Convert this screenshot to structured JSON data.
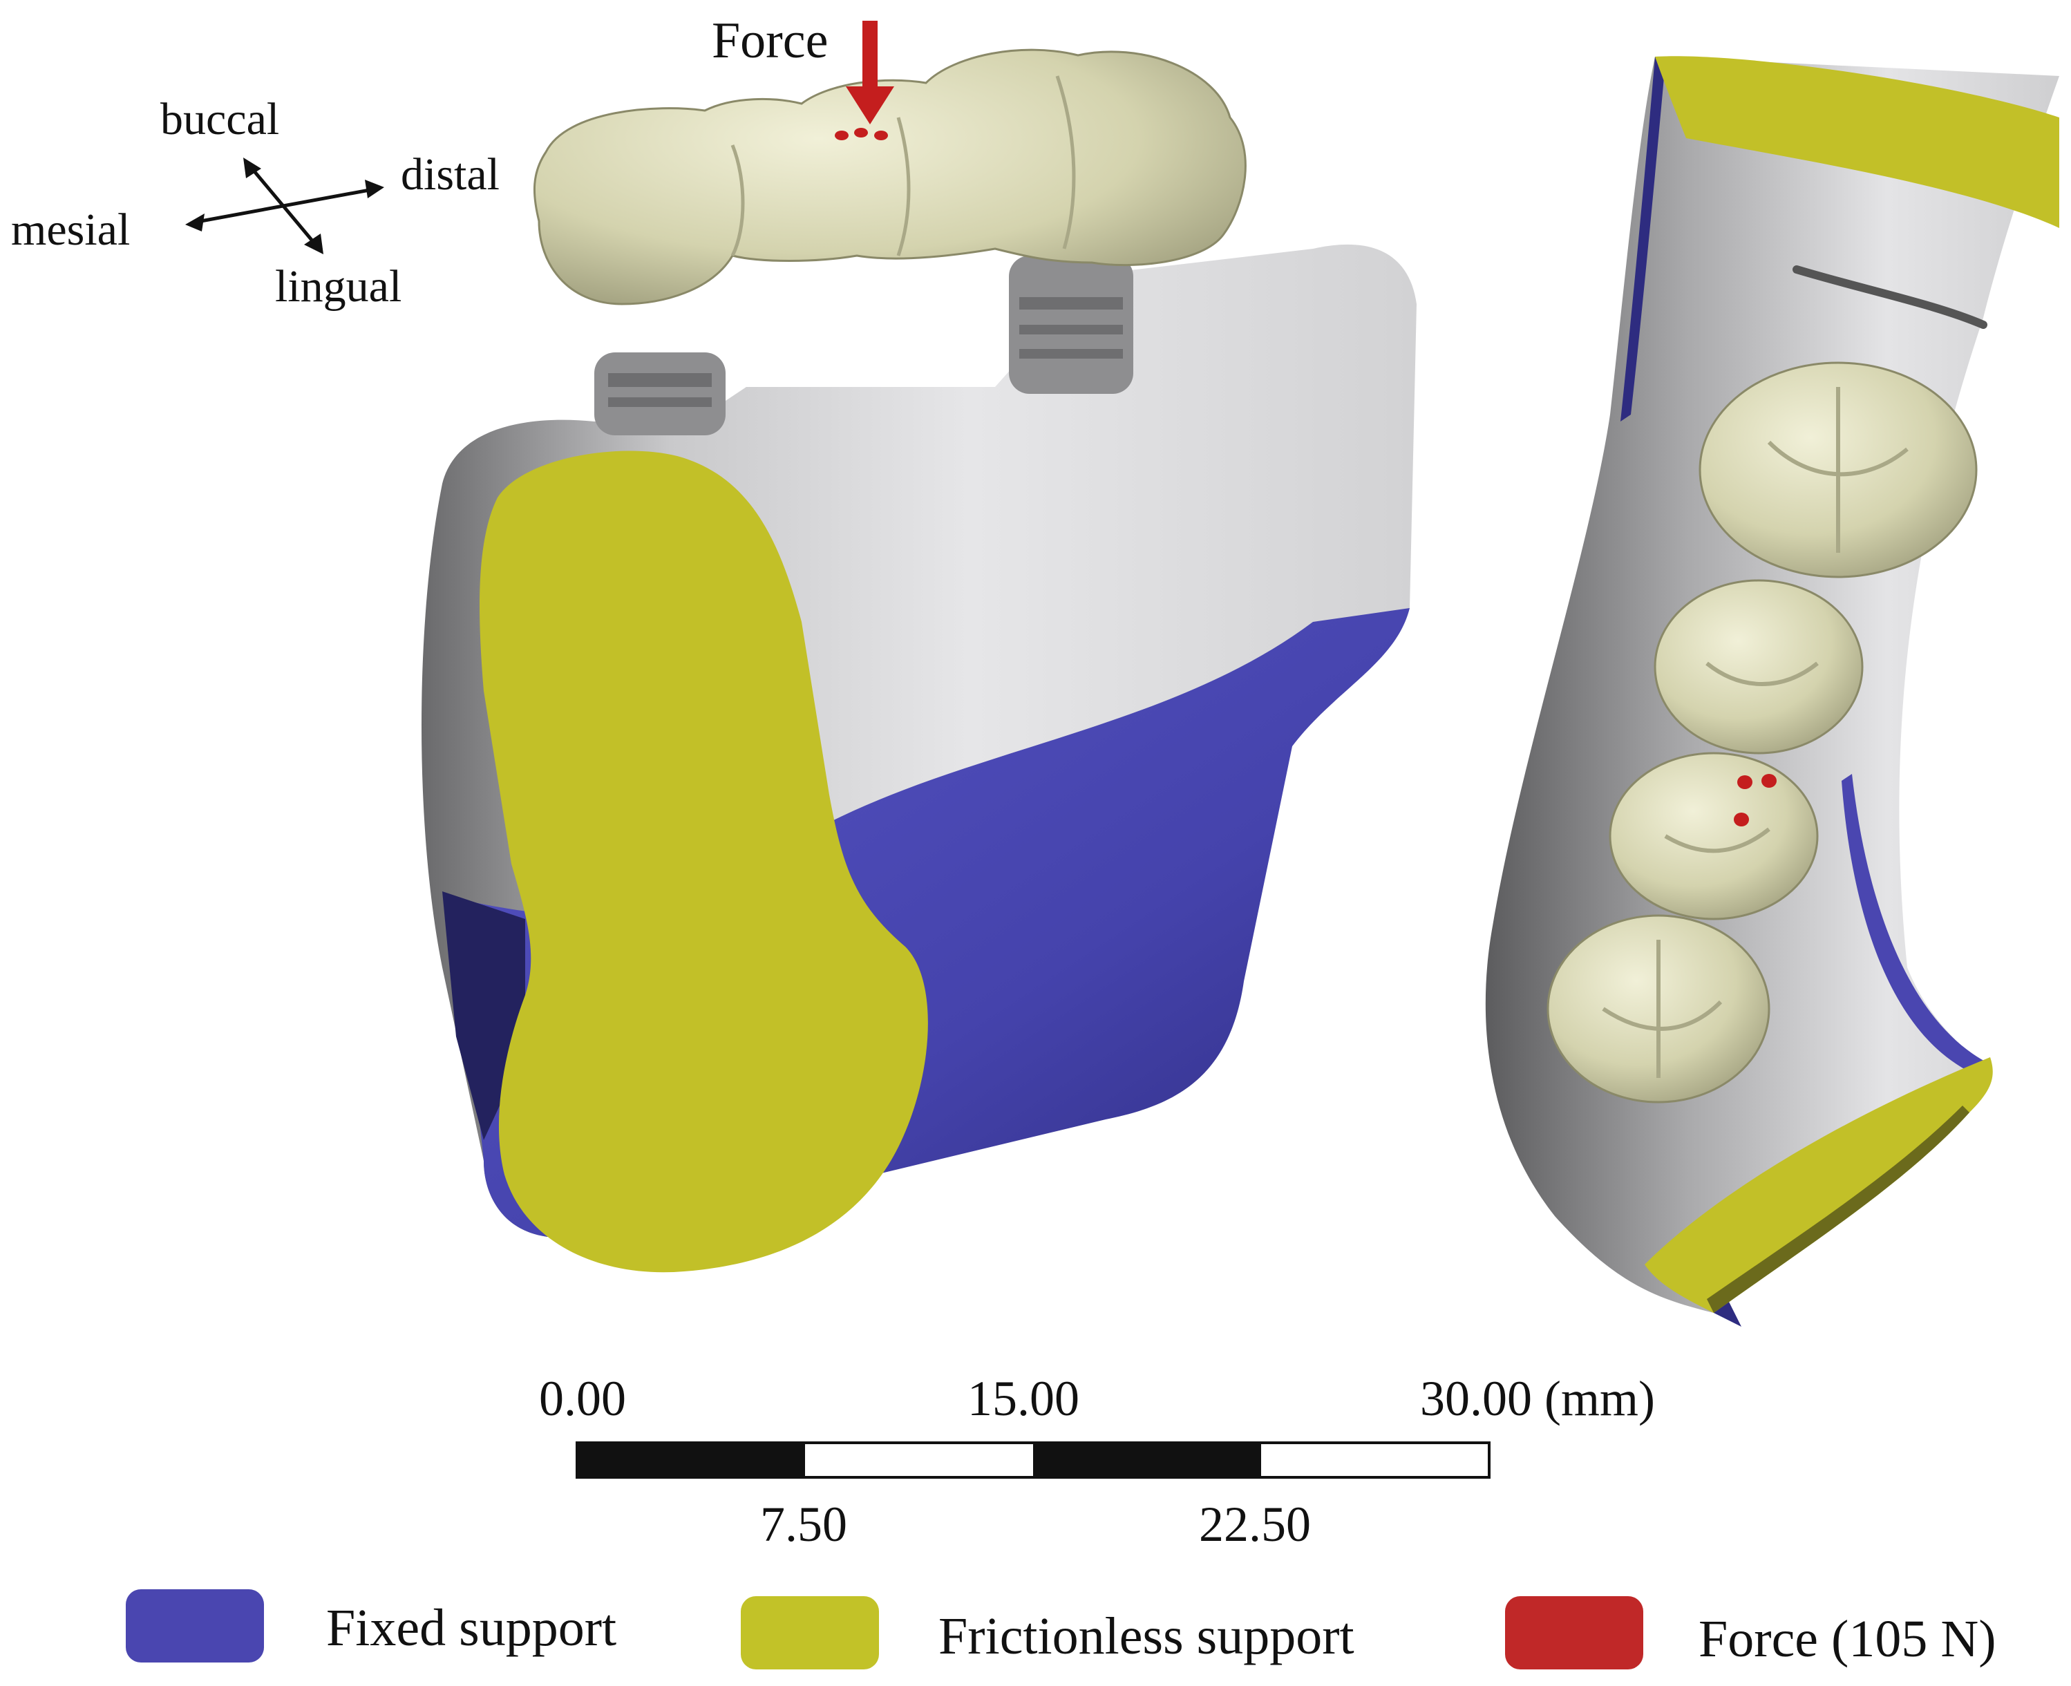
{
  "force_label": "Force",
  "orientation": {
    "buccal": "buccal",
    "distal": "distal",
    "mesial": "mesial",
    "lingual": "lingual"
  },
  "scale_bar": {
    "top_labels": [
      "0.00",
      "15.00",
      "30.00 (mm)"
    ],
    "bottom_labels": [
      "7.50",
      "22.50"
    ]
  },
  "legend": [
    {
      "label": "Fixed support",
      "color": "#4a46b0"
    },
    {
      "label": "Frictionless support",
      "color": "#c2c228"
    },
    {
      "label": "Force (105 N)",
      "color": "#c02828"
    }
  ],
  "colors": {
    "bone": "#cfd0d2",
    "crown": "#d7d6b4",
    "fixed": "#4a46b0",
    "frictionless": "#c2c228",
    "force": "#c41e1e"
  }
}
